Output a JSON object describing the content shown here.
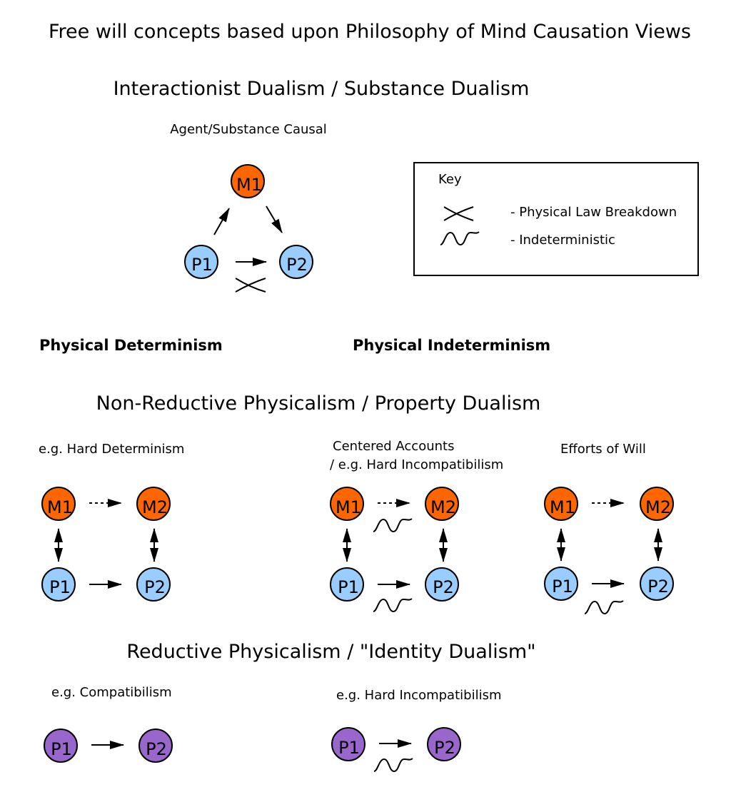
{
  "title": "Free will concepts based upon Philosophy of Mind Causation Views",
  "sections": {
    "interactionist": {
      "heading": "Interactionist Dualism / Substance Dualism",
      "caption": "Agent/Substance Causal",
      "nodes": {
        "m1": "M1",
        "p1": "P1",
        "p2": "P2"
      }
    },
    "key": {
      "title": "Key",
      "items": [
        {
          "icon": "cross-icon",
          "label": "- Physical Law Breakdown"
        },
        {
          "icon": "wave-icon",
          "label": "- Indeterministic"
        }
      ]
    },
    "columns": {
      "determinism": "Physical Determinism",
      "indeterminism": "Physical Indeterminism"
    },
    "non_reductive": {
      "heading": "Non-Reductive Physicalism / Property Dualism",
      "diagrams": [
        {
          "caption": "e.g. Hard Determinism",
          "caption2": "",
          "m1": "M1",
          "m2": "M2",
          "p1": "P1",
          "p2": "P2"
        },
        {
          "caption": "Centered Accounts",
          "caption2": "/ e.g. Hard Incompatibilism",
          "m1": "M1",
          "m2": "M2",
          "p1": "P1",
          "p2": "P2"
        },
        {
          "caption": "Efforts of Will",
          "caption2": "",
          "m1": "M1",
          "m2": "M2",
          "p1": "P1",
          "p2": "P2"
        }
      ]
    },
    "reductive": {
      "heading": "Reductive Physicalism / \"Identity Dualism\"",
      "diagrams": [
        {
          "caption": "e.g. Compatibilism",
          "p1": "P1",
          "p2": "P2"
        },
        {
          "caption": "e.g. Hard Incompatibilism",
          "p1": "P1",
          "p2": "P2"
        }
      ]
    }
  },
  "colors": {
    "mental": "#ff6600",
    "physical": "#99ccff",
    "identity": "#9966cc"
  }
}
